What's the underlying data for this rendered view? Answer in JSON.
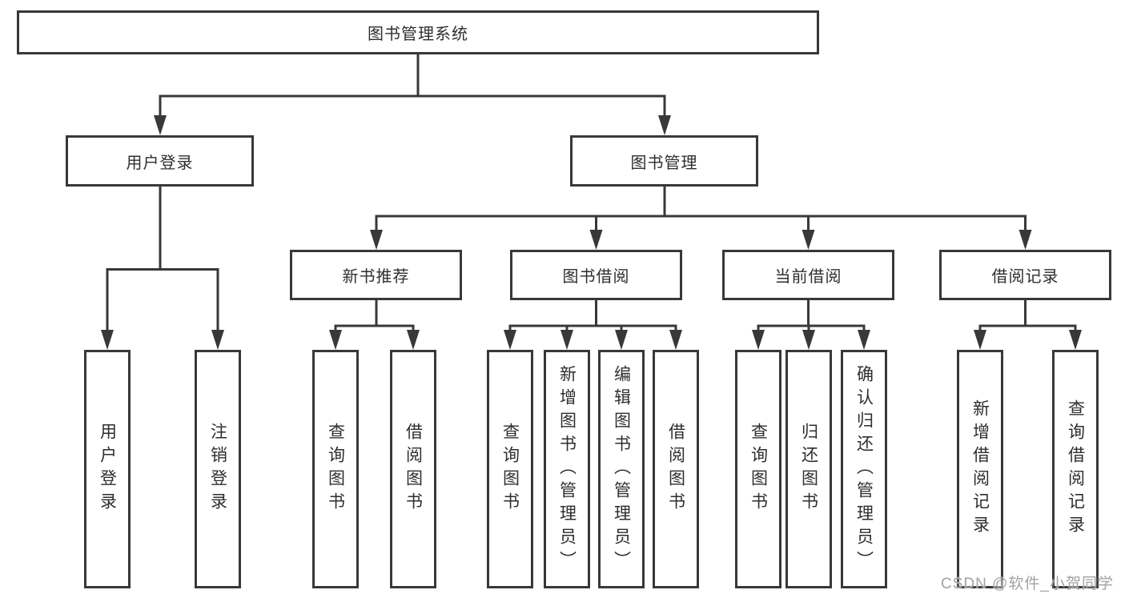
{
  "tree": {
    "label": "图书管理系统",
    "children": [
      {
        "label": "用户登录",
        "children": [
          {
            "label": "用户登录"
          },
          {
            "label": "注销登录"
          }
        ]
      },
      {
        "label": "图书管理",
        "children": [
          {
            "label": "新书推荐",
            "children": [
              {
                "label": "查询图书"
              },
              {
                "label": "借阅图书"
              }
            ]
          },
          {
            "label": "图书借阅",
            "children": [
              {
                "label": "查询图书"
              },
              {
                "label": "新增图书（管理员）"
              },
              {
                "label": "编辑图书（管理员）"
              },
              {
                "label": "借阅图书"
              }
            ]
          },
          {
            "label": "当前借阅",
            "children": [
              {
                "label": "查询图书"
              },
              {
                "label": "归还图书"
              },
              {
                "label": "确认归还（管理员）"
              }
            ]
          },
          {
            "label": "借阅记录",
            "children": [
              {
                "label": "新增借阅记录"
              },
              {
                "label": "查询借阅记录"
              }
            ]
          }
        ]
      }
    ]
  },
  "watermark": {
    "text": "CSDN @软件_小贺同学"
  },
  "colors": {
    "line": "#383838",
    "box_border": "#383838",
    "text": "#2e2e2e",
    "background": "#ffffff",
    "watermark": "#a2a2a2"
  }
}
